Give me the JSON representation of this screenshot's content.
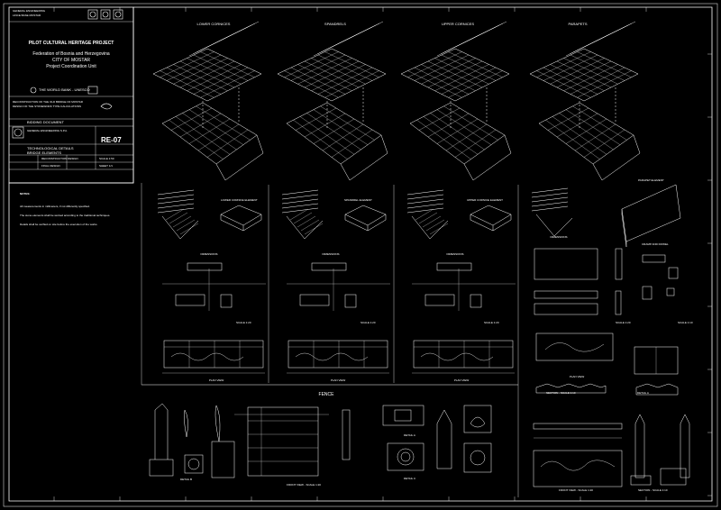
{
  "title_block": {
    "firm_top": "GENERAL ENGINEERING",
    "firm_sub": "LINCE BASE MOSTAR",
    "project_title": "PILOT CULTURAL HERITAGE PROJECT",
    "federation": "Federation of Bosnia and Herzegovina",
    "city": "CITY OF MOSTAR",
    "unit": "Project Coordination Unit",
    "sponsors": "THE WORLD BANK - UNESCO",
    "description_line1": "RECONSTRUCTION OF THE OLD BRIDGE OF MOSTAR",
    "description_line2": "DESIGN OF THE STONEWORK TYPE CALCULATIONS",
    "document_type": "BIDDING DOCUMENT",
    "engineer_name": "GENERAL ENGINEERING S.P.A.",
    "sheet_title_line1": "TECHNOLOGICAL DETAILS",
    "sheet_title_line2": "BRIDGE ELEMENTS",
    "drawing_number": "RE-07",
    "row_label_a": "RECONSTRUCTION DESIGN",
    "row_label_b": "FINAL DESIGN",
    "scale_value": "SCALE 1:50",
    "sheet_info": "SHEET 1/1"
  },
  "notes": {
    "heading": "NOTES:",
    "line1": "All measurements in millimeters, if not differently specified.",
    "line2": "The stone elements shall be worked according to the traditional techniques.",
    "line3": "Details shall be verified on site before the execution of the works."
  },
  "sections": {
    "lower_cornices": "LOWER CORNICES",
    "spandrels": "SPANDRELS",
    "upper_cornices": "UPPER CORNICES",
    "parapets": "PARAPETS",
    "fence": "FENCE"
  },
  "labels": {
    "lower_cornice_element": "LOWER CORNICE ELEMENT",
    "spandrel_element": "SPANDREL ELEMENT",
    "upper_cornice_element": "UPPER CORNICE ELEMENT",
    "parapet_element": "PARAPET ELEMENT",
    "cramp_and_dowel": "CRAMP AND DOWEL",
    "dimensions": "DIMENSIONS",
    "scale_1_20": "SCALE 1:20",
    "scale_1_10": "SCALE 1:10",
    "plan_view": "PLAN VIEW",
    "front_view": "FRONT VIEW",
    "section": "SECTION",
    "detail_a": "DETAIL A",
    "detail_b": "DETAIL B",
    "detail_c": "DETAIL C",
    "front_view_scale": "FRONT VIEW - SCALE 1:20",
    "section_scale": "SECTION - SCALE 1:10"
  },
  "colors": {
    "background": "#000000",
    "lines": "#ffffff"
  }
}
